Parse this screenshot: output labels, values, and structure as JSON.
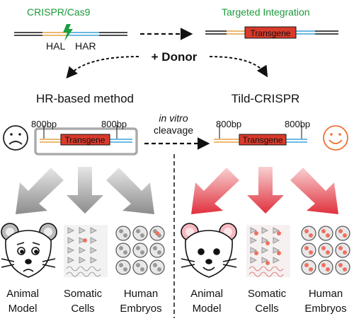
{
  "top": {
    "crispr_label": "CRISPR/Cas9",
    "hal_label": "HAL",
    "har_label": "HAR",
    "integration_label": "Targeted Integration",
    "transgene_label": "Transgene",
    "donor_label": "+ Donor"
  },
  "left": {
    "method_title": "HR-based method",
    "arm_left": "800bp",
    "arm_right": "800bp",
    "transgene_label": "Transgene",
    "outcomes": [
      {
        "line1": "Animal",
        "line2": "Model"
      },
      {
        "line1": "Somatic",
        "line2": "Cells"
      },
      {
        "line1": "Human",
        "line2": "Embryos"
      }
    ]
  },
  "middle": {
    "cleavage_line1": "in vitro",
    "cleavage_line2": "cleavage"
  },
  "right": {
    "method_title": "Tild-CRISPR",
    "arm_left": "800bp",
    "arm_right": "800bp",
    "transgene_label": "Transgene",
    "outcomes": [
      {
        "line1": "Animal",
        "line2": "Model"
      },
      {
        "line1": "Somatic",
        "line2": "Cells"
      },
      {
        "line1": "Human",
        "line2": "Embryos"
      }
    ]
  },
  "colors": {
    "green_label": "#1a9a3a",
    "transgene_fill": "#d93a2b",
    "hal_arm": "#e8a040",
    "har_arm": "#3aa0d8",
    "sad_face": "#222222",
    "happy_face": "#f07030",
    "grey_arrow": "#8a8a8a",
    "red_arrow": "#e04048"
  }
}
